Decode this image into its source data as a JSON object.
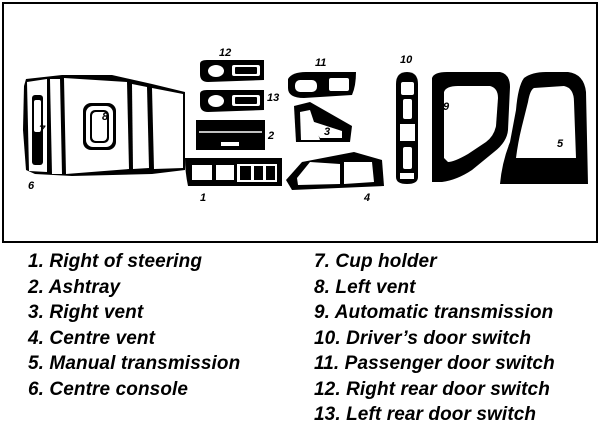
{
  "diagram": {
    "labels": {
      "p1": "1",
      "p2": "2",
      "p3": "3",
      "p4": "4",
      "p5": "5",
      "p6": "6",
      "p7": "7",
      "p8": "8",
      "p9": "9",
      "p10": "10",
      "p11": "11",
      "p12": "12",
      "p13": "13"
    }
  },
  "legend": {
    "left": [
      "1. Right of steering",
      "2. Ashtray",
      "3. Right vent",
      "4. Centre vent",
      "5. Manual transmission",
      "6. Centre console"
    ],
    "right": [
      "7. Cup holder",
      "8. Left vent",
      "9. Automatic transmission",
      "10. Driver’s door switch",
      "11. Passenger door switch",
      "12. Right rear door switch",
      "13. Left rear door switch"
    ]
  },
  "colors": {
    "piece_fill": "#000000",
    "background": "#ffffff"
  }
}
